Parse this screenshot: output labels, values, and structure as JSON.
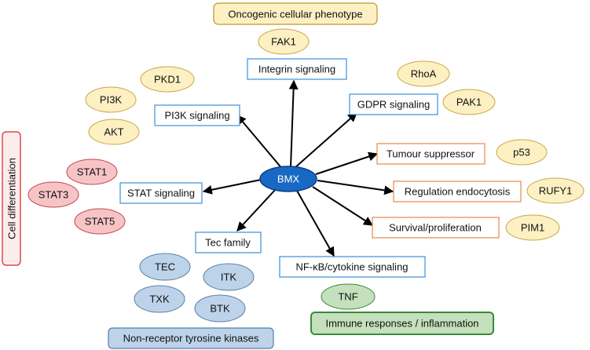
{
  "center": {
    "label": "BMX"
  },
  "categories": {
    "oncogenic": "Oncogenic cellular phenotype",
    "differentiation": "Cell differentiation",
    "kinases": "Non-receptor tyrosine kinases",
    "immune": "Immune responses / inflammation"
  },
  "pathways": {
    "integrin": "Integrin signaling",
    "gdpr": "GDPR signaling",
    "pi3k": "PI3K signaling",
    "stat": "STAT signaling",
    "tec": "Tec family",
    "nfkb": "NF-κB/cytokine signaling",
    "tumour": "Tumour suppressor",
    "endocytosis": "Regulation endocytosis",
    "survival": "Survival/proliferation"
  },
  "proteins": {
    "fak1": "FAK1",
    "pkd1": "PKD1",
    "pi3k": "PI3K",
    "akt": "AKT",
    "rhoa": "RhoA",
    "pak1": "PAK1",
    "p53": "p53",
    "rufy1": "RUFY1",
    "pim1": "PIM1",
    "stat1": "STAT1",
    "stat3": "STAT3",
    "stat5": "STAT5",
    "tec": "TEC",
    "itk": "ITK",
    "txk": "TXK",
    "btk": "BTK",
    "tnf": "TNF"
  },
  "colors": {
    "yellow_fill": "#fdf0c2",
    "yellow_stroke": "#c8a846",
    "red_fill": "#f7c4c6",
    "red_stroke": "#c7444b",
    "blue_fill": "#bdd3ea",
    "blue_stroke": "#5a7fa8",
    "green_fill": "#c5e0bc",
    "green_stroke": "#3a8a3a",
    "center_fill": "#1769c4",
    "center_stroke": "#0b3f82",
    "pathway_blue": "#3b8fd8",
    "pathway_orange": "#e8874a",
    "arrow": "#000000"
  }
}
